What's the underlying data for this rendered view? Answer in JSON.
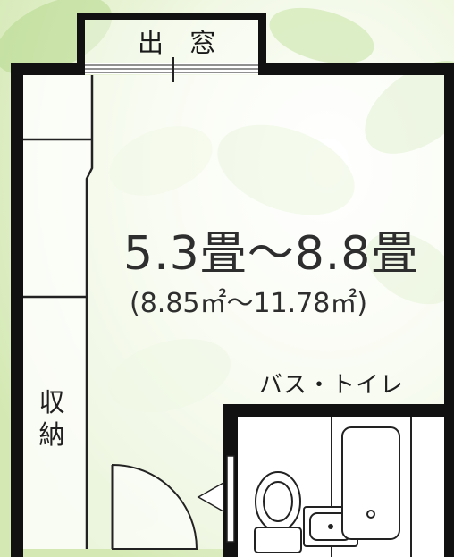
{
  "labels": {
    "bay_window": "出 窓",
    "area_tatami": "5.3畳～8.8畳",
    "area_sqm": "(8.85㎡～11.78㎡)",
    "bath_toilet": "バス・トイレ",
    "storage": "収納"
  }
}
